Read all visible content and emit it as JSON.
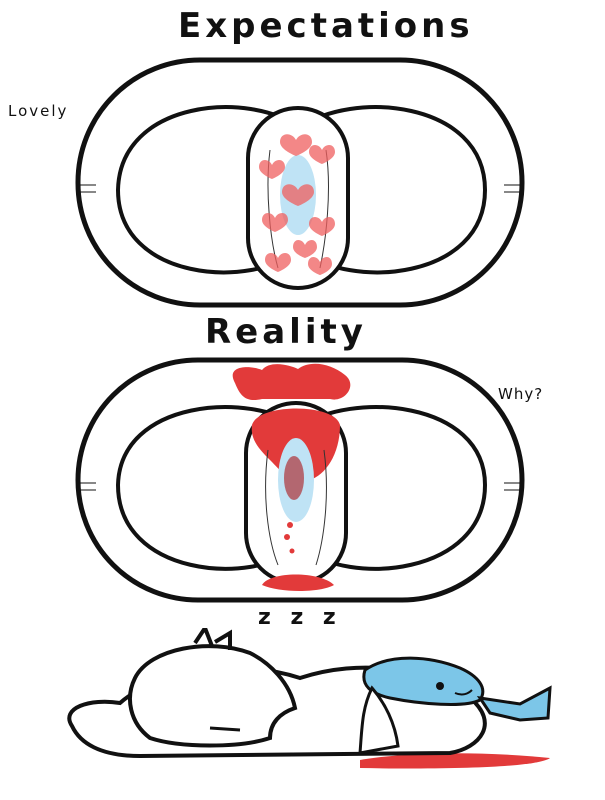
{
  "panels": {
    "expectations": {
      "title": "Expectations",
      "note": "Lovely"
    },
    "reality": {
      "title": "Reality",
      "note": "Why?"
    }
  },
  "sleep": {
    "z": "z z z"
  },
  "colors": {
    "ink": "#111111",
    "blood": "#e23a3a",
    "heart": "#ef5f5f",
    "shark": "#7cc6e8",
    "pad_blue": "#bfe3f5"
  }
}
